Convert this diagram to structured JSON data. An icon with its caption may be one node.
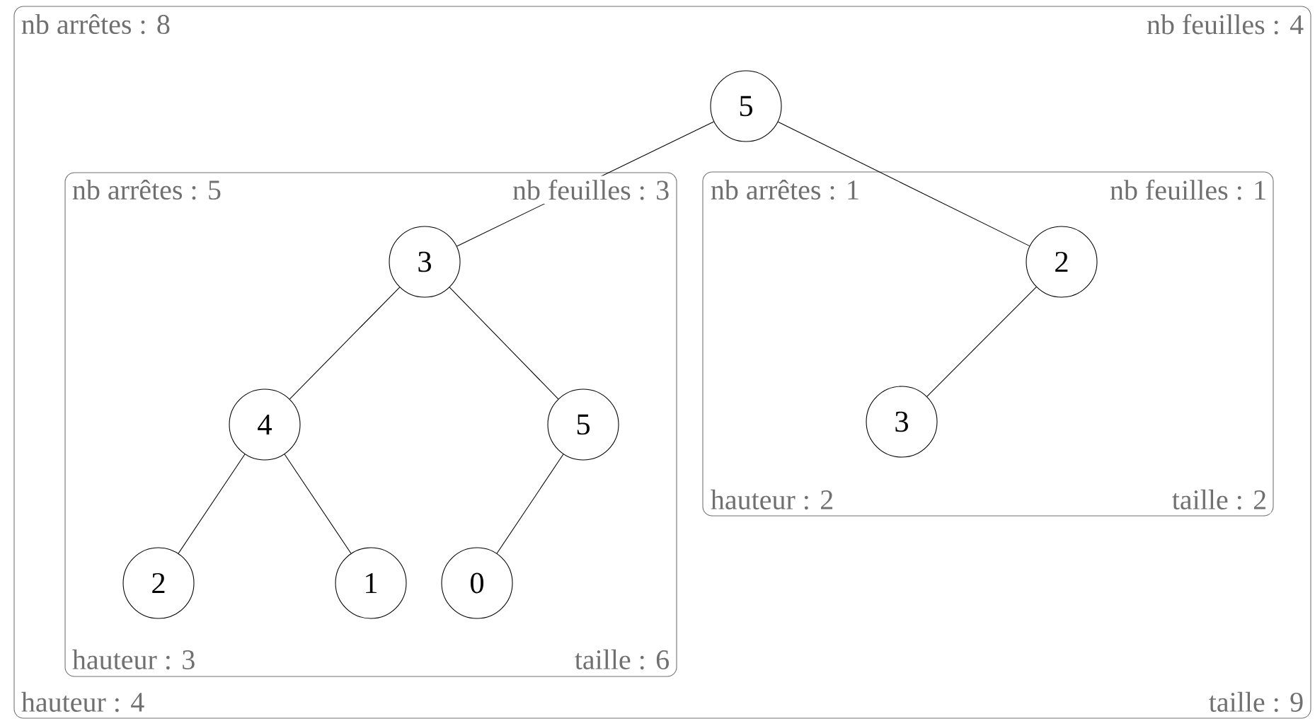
{
  "diagram": {
    "nodes": [
      {
        "text": [
          "nb arrêtes : 8",
          "nb feuilles : 4",
          "hauteur : 4",
          "taille : 9"
        ]
      },
      {
        "text": [
          "5"
        ],
        "in": 0
      },
      {
        "text": [
          "nb arrêtes : 5",
          "nb feuilles : 3",
          "hauteur : 3",
          "taille : 6"
        ],
        "in": 0
      },
      {
        "text": [
          "3"
        ],
        "in": 2
      },
      {
        "text": [
          "4"
        ],
        "in": 2
      },
      {
        "text": [
          "5"
        ],
        "in": 2
      },
      {
        "text": [
          "2"
        ],
        "in": 2
      },
      {
        "text": [
          "1"
        ],
        "in": 2
      },
      {
        "text": [
          "0"
        ],
        "in": 2
      },
      {
        "text": [
          "nb arrêtes : 1",
          "nb feuilles : 1",
          "hauteur : 2",
          "taille : 2"
        ],
        "in": 0
      },
      {
        "text": [
          "2"
        ],
        "in": 9
      },
      {
        "text": [
          "3"
        ],
        "in": 9
      }
    ],
    "edges": [
      {
        "from": 1,
        "to": 3,
        "arrow": "none"
      },
      {
        "from": 1,
        "to": 10,
        "arrow": "none"
      },
      {
        "from": 3,
        "to": 4,
        "arrow": "none"
      },
      {
        "from": 3,
        "to": 5,
        "arrow": "none"
      },
      {
        "from": 4,
        "to": 6,
        "arrow": "none"
      },
      {
        "from": 4,
        "to": 7,
        "arrow": "none"
      },
      {
        "from": 5,
        "to": 8,
        "arrow": "none"
      },
      {
        "from": 10,
        "to": 11,
        "arrow": "none"
      }
    ]
  }
}
